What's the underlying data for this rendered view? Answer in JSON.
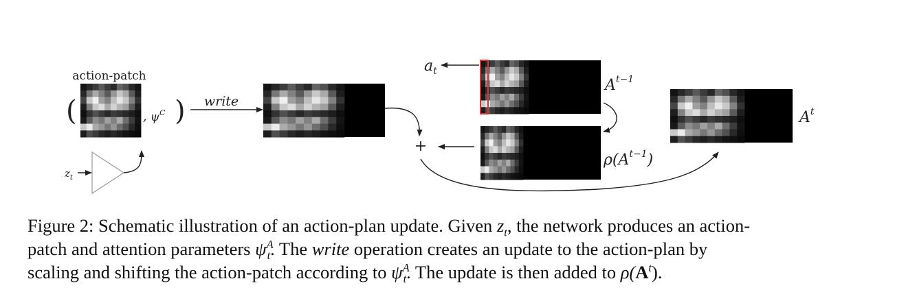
{
  "diagram": {
    "label_action_patch": "action-patch",
    "paren_open": "(",
    "paren_close": ")",
    "psi_c": ", ψ",
    "psi_c_sup": "C",
    "label_write": "write",
    "label_z": "z",
    "label_z_sub": "t",
    "label_a": "a",
    "label_a_sub": "t",
    "label_A_prev_base": "A",
    "label_A_prev_sup": "t−1",
    "label_rho_prefix": "ρ(A",
    "label_rho_sup": "t−1",
    "label_rho_suffix": ")",
    "label_A_t_base": "A",
    "label_A_t_sup": "t",
    "label_plus": "+"
  },
  "caption": {
    "line1_a": "Figure 2: Schematic illustration of an action-plan update. Given ",
    "line1_z": "z",
    "line1_z_sub": "t",
    "line1_b": ", the network produces an action-",
    "line2_a": "patch and attention parameters ",
    "line2_psi": "ψ",
    "line2_psi_sub": "t",
    "line2_psi_sup": "A",
    "line2_b": ". The ",
    "line2_write": "write",
    "line2_c": " operation creates an update to the action-plan by",
    "line3_a": "scaling and shifting the action-patch according to ",
    "line3_psi": "ψ",
    "line3_psi_sub": "t",
    "line3_psi_sup": "A",
    "line3_b": ". The update is then added to ",
    "line3_rho": "ρ(",
    "line3_A": "A",
    "line3_A_sup": "t",
    "line3_c": ")."
  }
}
